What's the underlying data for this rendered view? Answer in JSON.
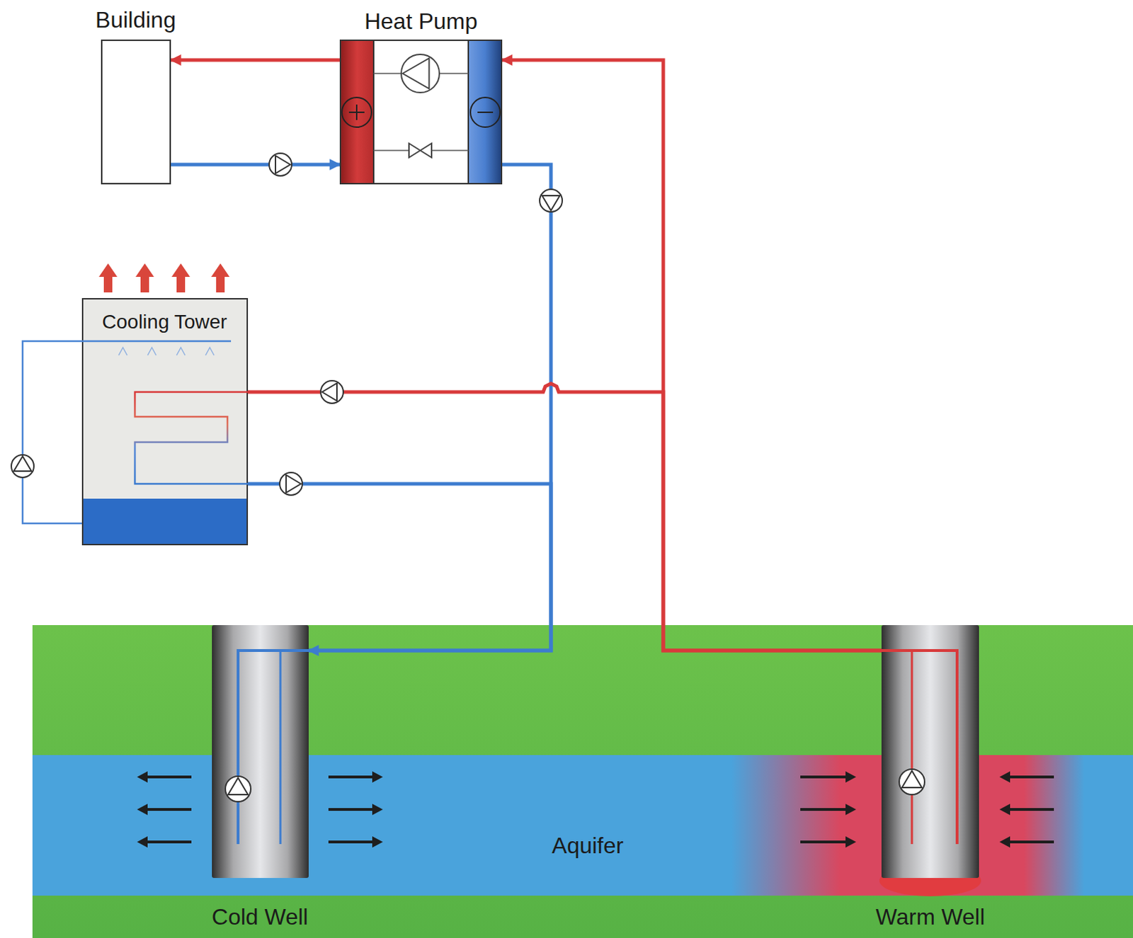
{
  "diagram": {
    "nodes": [
      {
        "text": [
          "Building"
        ]
      },
      {
        "text": [
          "Heat Pump"
        ]
      },
      {
        "text": [
          "Cooling Tower"
        ]
      },
      {
        "text": [
          "Aquifer"
        ]
      },
      {
        "text": [
          "Cold Well"
        ]
      },
      {
        "text": [
          "Warm Well"
        ]
      }
    ],
    "edges": [
      {
        "from": 1,
        "to": 0,
        "arrow": "to"
      },
      {
        "from": 0,
        "to": 1,
        "arrow": "to"
      },
      {
        "from": 5,
        "to": 1,
        "arrow": "to"
      },
      {
        "from": 5,
        "to": 2,
        "arrow": "none"
      },
      {
        "from": 1,
        "to": 4,
        "arrow": "to"
      },
      {
        "from": 2,
        "to": 4,
        "arrow": "none"
      }
    ]
  }
}
